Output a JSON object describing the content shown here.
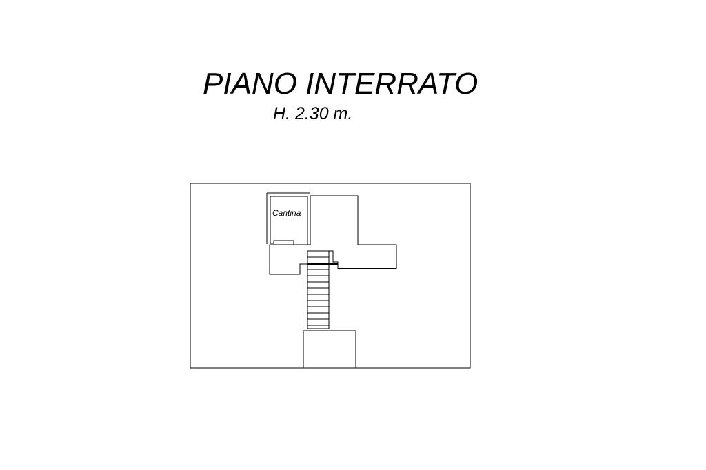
{
  "drawing": {
    "title": "PIANO INTERRATO",
    "height_note": "H. 2.30 m.",
    "rooms": [
      {
        "label": "Cantina"
      }
    ],
    "line_color": "#000000",
    "background_color": "#ffffff"
  }
}
